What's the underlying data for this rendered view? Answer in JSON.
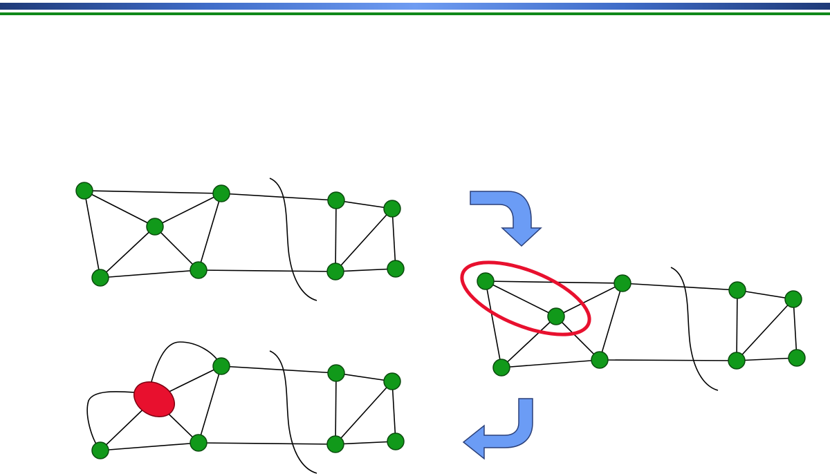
{
  "colors": {
    "header_gradient": [
      "#1f3a78",
      "#6f9cf2"
    ],
    "header_line": "#11891a",
    "node_fill": "#11991a",
    "node_stroke": "#0a4a0d",
    "edge": "#000000",
    "highlight": "#e8102e",
    "arrow_fill": "#6b9cf5",
    "arrow_stroke": "#2a3f78"
  },
  "graphs": [
    {
      "id": "original",
      "contracted": false
    },
    {
      "id": "highlighted",
      "contracted": false,
      "highlight": "ellipse"
    },
    {
      "id": "contracted",
      "contracted": true
    }
  ],
  "arrows": [
    {
      "id": "arrow-to-highlighted",
      "direction": "down-right"
    },
    {
      "id": "arrow-to-contracted",
      "direction": "down-left"
    }
  ]
}
